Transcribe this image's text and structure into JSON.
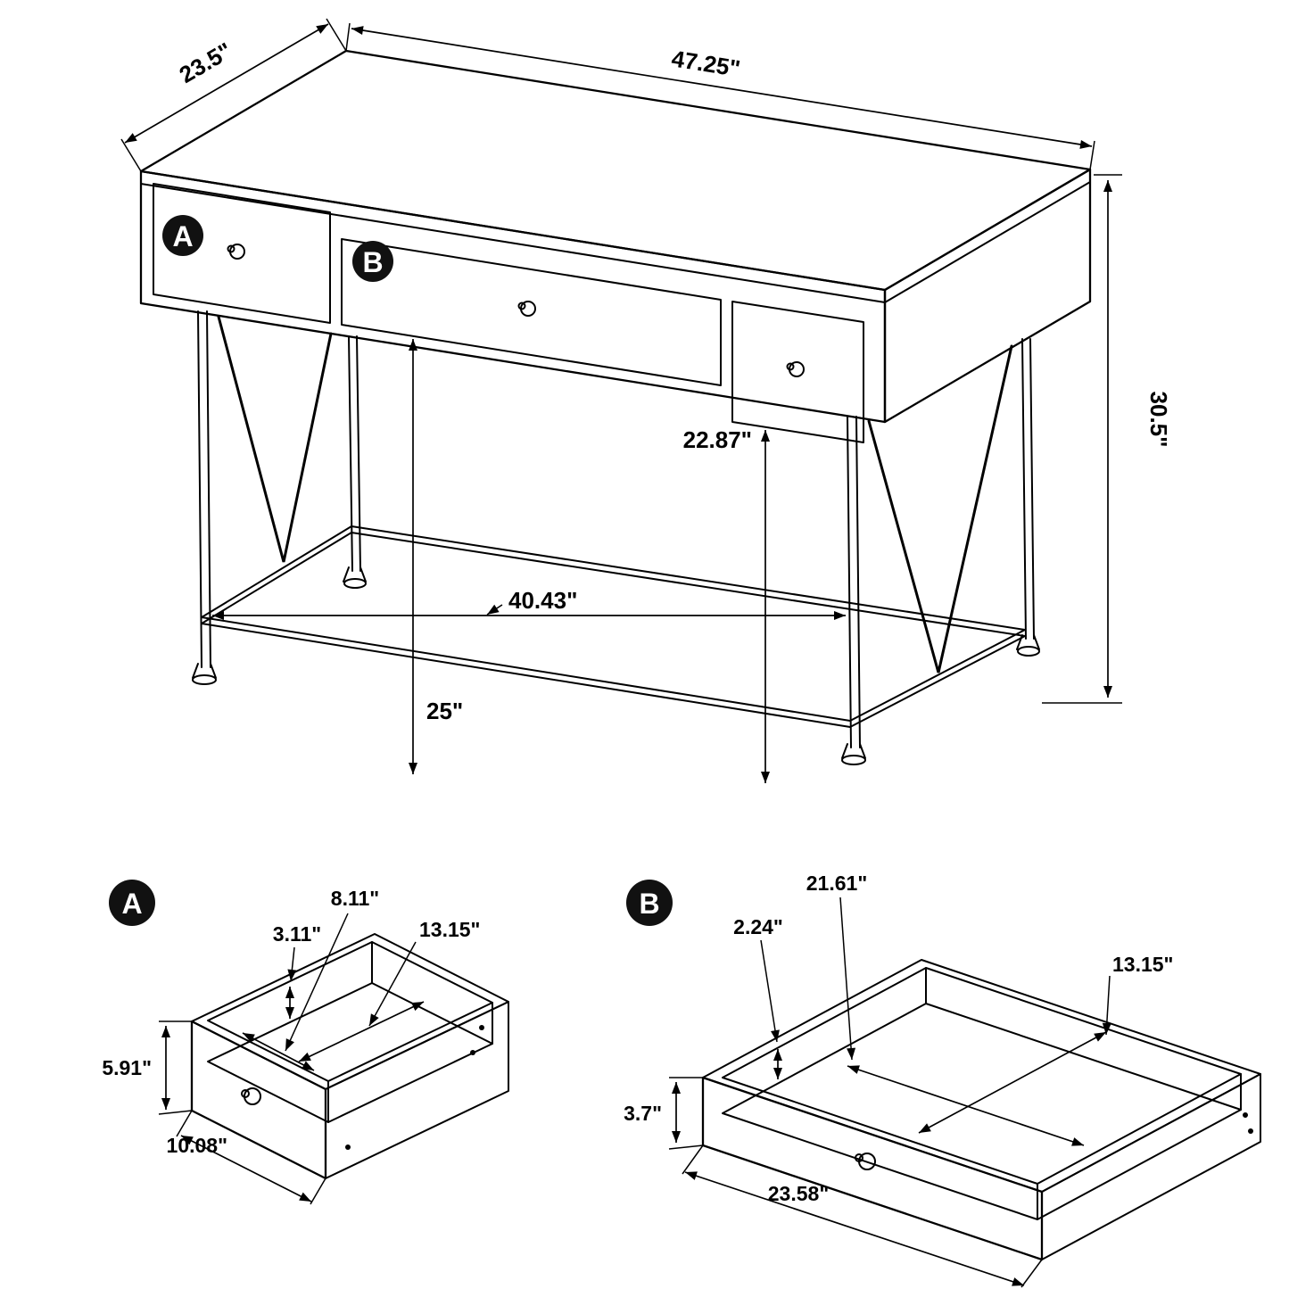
{
  "page": {
    "background": "#ffffff",
    "line_color": "#000000"
  },
  "main_view": {
    "marker_a": "A",
    "marker_b": "B",
    "dimensions": {
      "top_width": "47.25\"",
      "top_depth": "23.5\"",
      "overall_height": "30.5\"",
      "drawer_bottom_height": "22.87\"",
      "leg_span": "40.43\"",
      "knee_clearance": "25\""
    }
  },
  "drawer_a_view": {
    "marker": "A",
    "dimensions": {
      "interior_width": "8.11\"",
      "interior_height": "3.11\"",
      "interior_depth": "13.15\"",
      "front_height": "5.91\"",
      "front_width": "10.08\""
    }
  },
  "drawer_b_view": {
    "marker": "B",
    "dimensions": {
      "interior_width": "21.61\"",
      "interior_height": "2.24\"",
      "interior_depth": "13.15\"",
      "front_height": "3.7\"",
      "front_width": "23.58\""
    }
  }
}
